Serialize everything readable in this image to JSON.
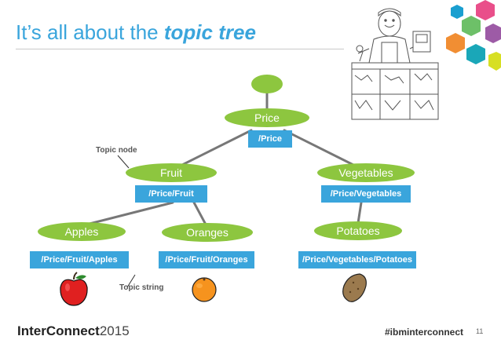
{
  "title": {
    "prefix": "It’s all about the ",
    "emphasis": "topic tree"
  },
  "tree": {
    "root": {
      "label": ""
    },
    "price": {
      "label": "Price",
      "topic": "/Price"
    },
    "fruit": {
      "label": "Fruit",
      "topic": "/Price/Fruit"
    },
    "vegetables": {
      "label": "Vegetables",
      "topic": "/Price/Vegetables"
    },
    "apples": {
      "label": "Apples",
      "topic": "/Price/Fruit/Apples"
    },
    "oranges": {
      "label": "Oranges",
      "topic": "/Price/Fruit/Oranges"
    },
    "potatoes": {
      "label": "Potatoes",
      "topic": "/Price/Vegetables/Potatoes"
    }
  },
  "annotations": {
    "topic_node": "Topic node",
    "topic_string": "Topic string"
  },
  "footer": {
    "brand": "InterConnect",
    "year": "2015",
    "hashtag": "#ibminterconnect",
    "page": "11"
  },
  "colors": {
    "node": "#8dc63f",
    "topic_box": "#3aa5dc",
    "title": "#3aa5dc"
  }
}
